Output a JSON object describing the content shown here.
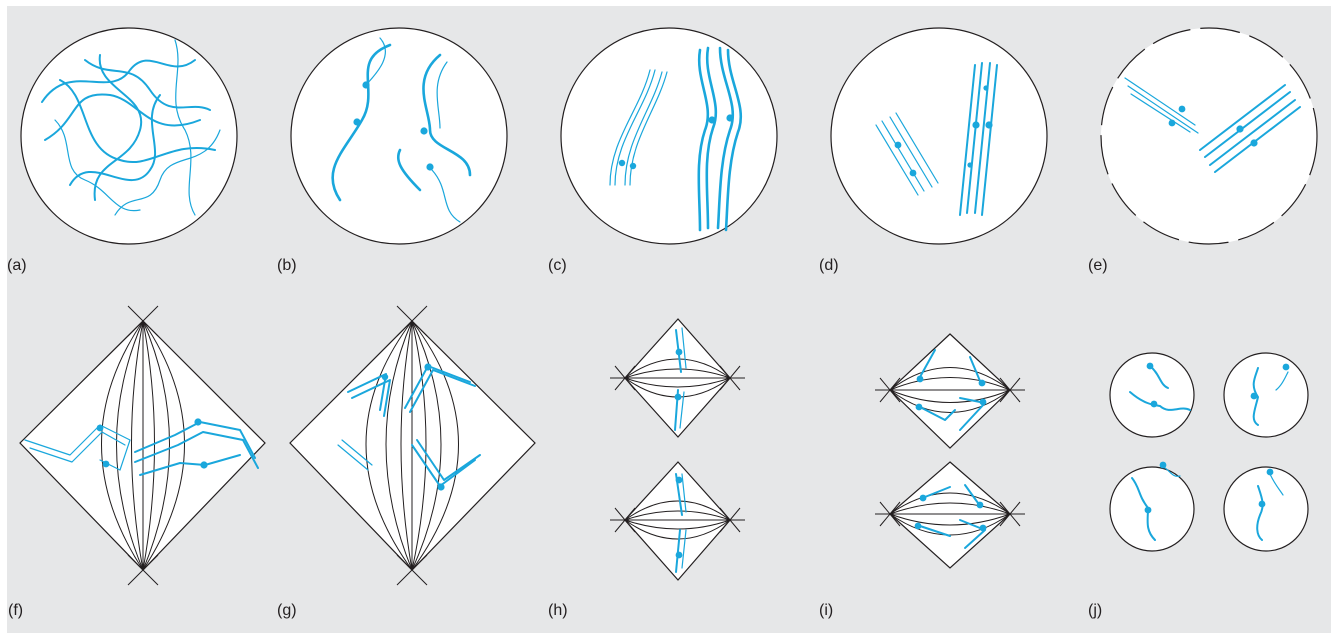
{
  "figure": {
    "stage_colors": {
      "background": "#e6e7e8",
      "cell_fill": "#ffffff",
      "outline": "#231f20",
      "chromosome": "#1aa7dc"
    },
    "panels": [
      {
        "id": "a",
        "label": "(a)"
      },
      {
        "id": "b",
        "label": "(b)"
      },
      {
        "id": "c",
        "label": "(c)"
      },
      {
        "id": "d",
        "label": "(d)"
      },
      {
        "id": "e",
        "label": "(e)"
      },
      {
        "id": "f",
        "label": "(f)"
      },
      {
        "id": "g",
        "label": "(g)"
      },
      {
        "id": "h",
        "label": "(h)"
      },
      {
        "id": "i",
        "label": "(i)"
      },
      {
        "id": "j",
        "label": "(j)"
      }
    ]
  }
}
